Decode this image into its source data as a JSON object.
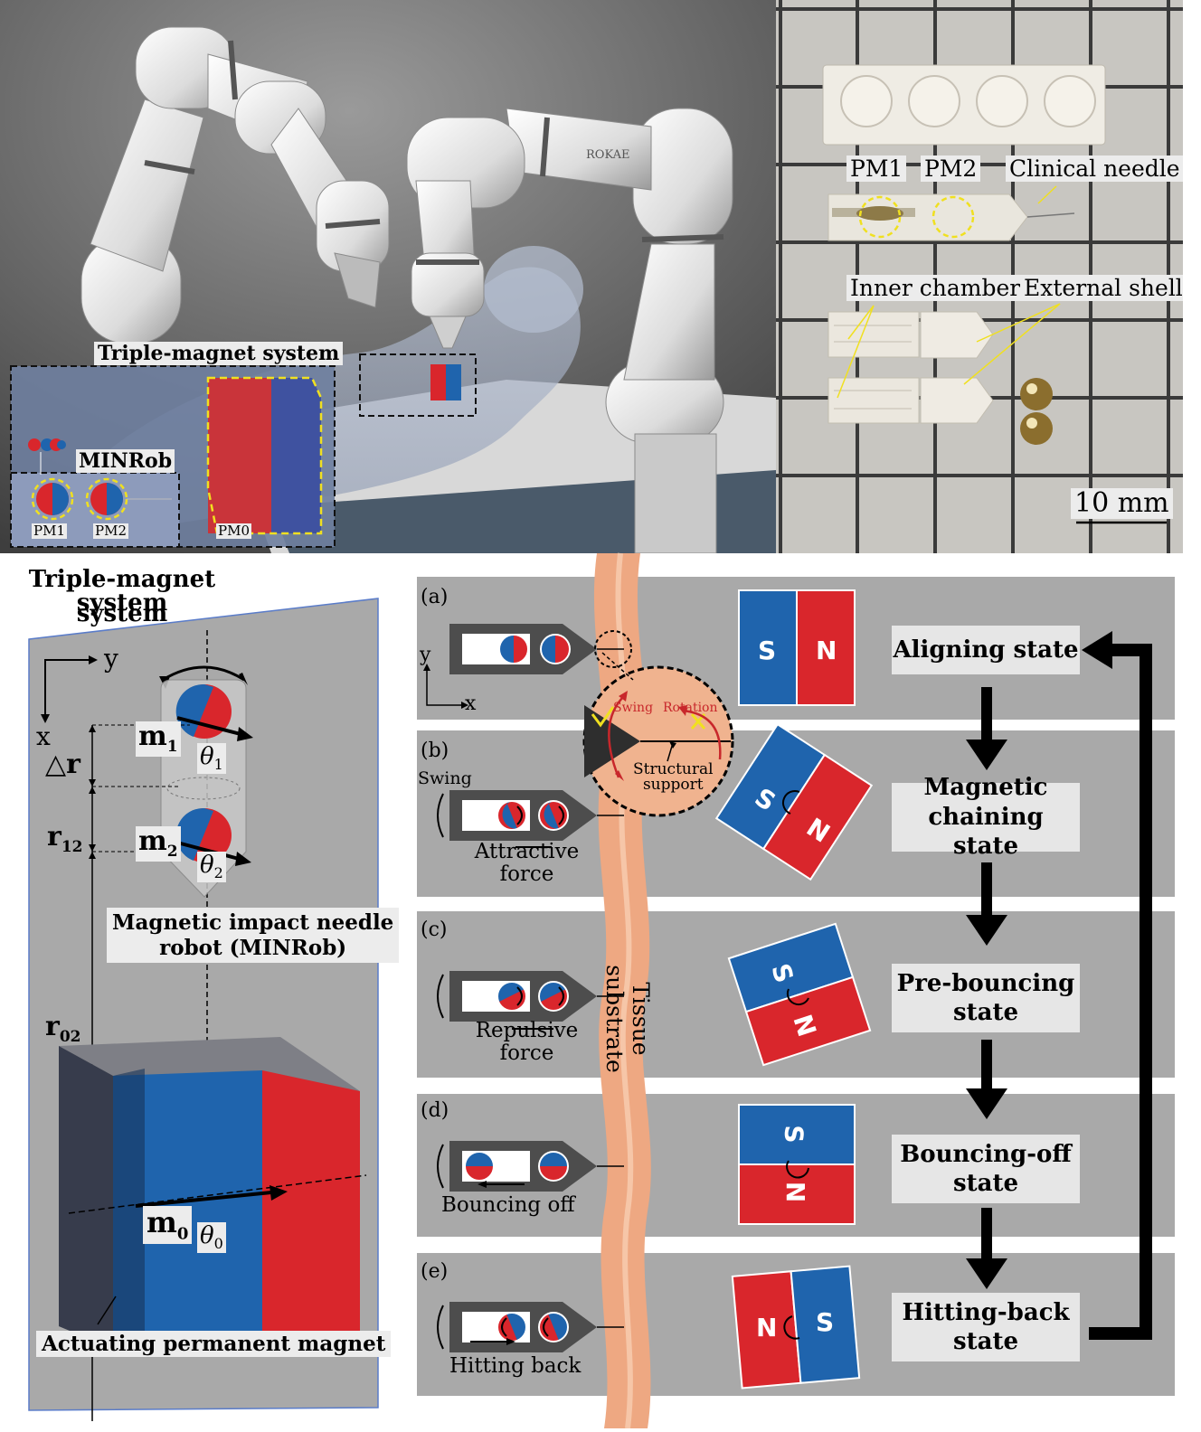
{
  "top_left": {
    "inset_title": "Triple-magnet system",
    "minrob_label": "MINRob",
    "pm1": "PM1",
    "pm2": "PM2",
    "pm0": "PM0",
    "robot_brand": "ROKAE"
  },
  "top_right": {
    "pm1": "PM1",
    "pm2": "PM2",
    "clinical_needle": "Clinical needle",
    "inner_chamber": "Inner chamber",
    "external_shell": "External shell",
    "scale_bar": "10 mm"
  },
  "bottom_left": {
    "title_line1": "Triple-magnet system",
    "title_line2": "system",
    "axis_y": "y",
    "axis_x": "x",
    "m1": "m",
    "m1_sub": "1",
    "theta1": "θ",
    "theta1_sub": "1",
    "m2": "m",
    "m2_sub": "2",
    "theta2": "θ",
    "theta2_sub": "2",
    "delta_r": "△r",
    "r12": "r",
    "r12_sub": "12",
    "r02": "r",
    "r02_sub": "02",
    "minrob_line1": "Magnetic impact needle",
    "minrob_line2": "robot (MINRob)",
    "m0": "m",
    "m0_sub": "0",
    "theta0": "θ",
    "theta0_sub": "0",
    "actuating": "Actuating permanent magnet"
  },
  "bottom_right": {
    "tissue": "Tissue substrate",
    "zoom_swing": "Swing",
    "zoom_rotation": "Rotation",
    "zoom_support_line1": "Structural",
    "zoom_support_line2": "support",
    "axis_y": "y",
    "axis_x": "x",
    "panels": [
      {
        "tag": "(a)",
        "state_line1": "Aligning state",
        "state_line2": "",
        "left_pole": "S",
        "right_pole": "N",
        "motion_line1": "",
        "motion_line2": "",
        "swing": ""
      },
      {
        "tag": "(b)",
        "state_line1": "Magnetic",
        "state_line2": "chaining state",
        "left_pole": "S",
        "right_pole": "N",
        "motion_line1": "Attractive",
        "motion_line2": "force",
        "swing": "Swing"
      },
      {
        "tag": "(c)",
        "state_line1": "Pre-bouncing",
        "state_line2": "state",
        "left_pole": "S",
        "right_pole": "N",
        "motion_line1": "Repulsive",
        "motion_line2": "force",
        "swing": ""
      },
      {
        "tag": "(d)",
        "state_line1": "Bouncing-off",
        "state_line2": "state",
        "left_pole": "S",
        "right_pole": "N",
        "motion_line1": "Bouncing off",
        "motion_line2": "",
        "swing": ""
      },
      {
        "tag": "(e)",
        "state_line1": "Hitting-back",
        "state_line2": "state",
        "left_pole": "N",
        "right_pole": "S",
        "motion_line1": "Hitting back",
        "motion_line2": "",
        "swing": ""
      }
    ]
  },
  "colors": {
    "red": "#d9262c",
    "blue": "#1f64ad",
    "panel": "#a9a9a9",
    "tissue": "#eea882"
  }
}
